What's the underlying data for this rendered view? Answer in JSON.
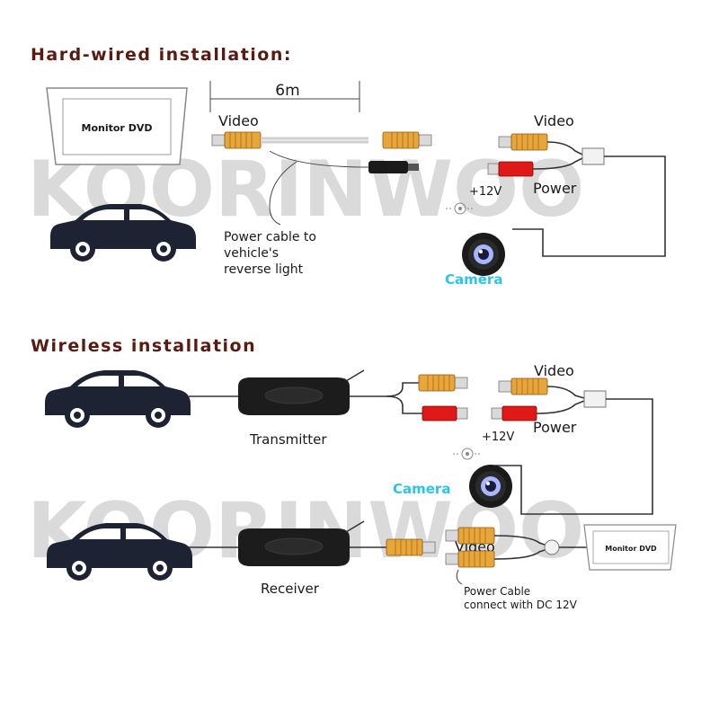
{
  "watermark": "KOORINWOO",
  "hardwired": {
    "heading": "Hard-wired installation:",
    "monitor_label": "Monitor DVD",
    "distance": "6m",
    "video_left": "Video",
    "power_cable_note_1": "Power cable to",
    "power_cable_note_2": "vehicle's",
    "power_cable_note_3": "reverse light",
    "video_right": "Video",
    "power": "Power",
    "voltage": "+12V",
    "camera": "Camera"
  },
  "wireless": {
    "heading": "Wireless installation",
    "transmitter": "Transmitter",
    "video_top": "Video",
    "power": "Power",
    "voltage": "+12V",
    "camera": "Camera",
    "receiver": "Receiver",
    "video_bottom": "Video",
    "monitor_label": "Monitor DVD",
    "power_cable_note_1": "Power Cable",
    "power_cable_note_2": "connect with DC 12V"
  },
  "colors": {
    "heading": "#5a1a10",
    "camera_label": "#2ec4e6",
    "connector_yellow": "#e8a53a",
    "connector_red": "#e01818",
    "car": "#1e2333"
  }
}
